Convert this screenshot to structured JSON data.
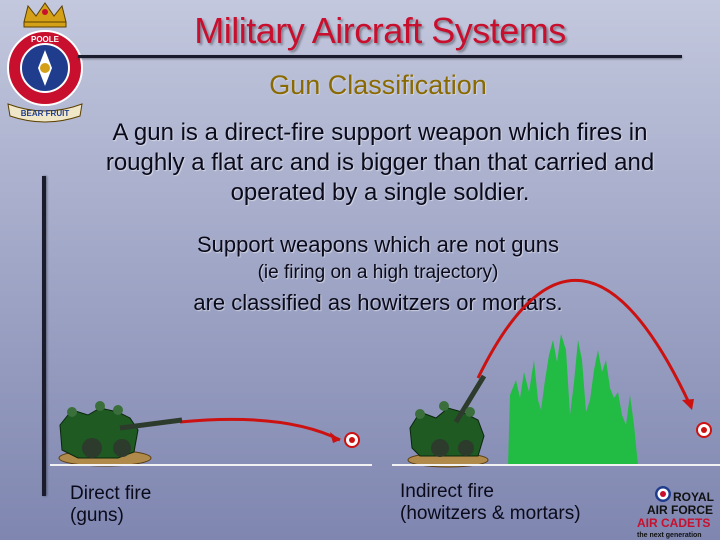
{
  "title": "Military Aircraft Systems",
  "subtitle": "Gun Classification",
  "intro": "A gun is a direct-fire support weapon which fires in roughly a flat arc and is bigger than that carried and operated by a single soldier.",
  "support": {
    "line1": "Support weapons which are not guns",
    "line2": "(ie firing on a high trajectory)",
    "line3": "are classified as howitzers or mortars."
  },
  "captions": {
    "direct_line1": "Direct fire",
    "direct_line2": "(guns)",
    "indirect_line1": "Indirect fire",
    "indirect_line2": "(howitzers & mortars)"
  },
  "crest": {
    "ring_top_text": "POOLE",
    "ring_bottom_text": "BEAR FRUIT"
  },
  "logo": {
    "line1": "ROYAL",
    "line2": "AIR FORCE",
    "line3": "AIR CADETS",
    "line4": "the next generation"
  },
  "colors": {
    "title": "#c8102e",
    "subtitle": "#8a6a00",
    "trajectory": "#cc1111",
    "hill": "#22bb44",
    "crew": "#1f5a22"
  },
  "icons": [
    "crest-icon",
    "gun-crew-icon",
    "howitzer-crew-icon",
    "target-icon",
    "hill-icon",
    "roundel-icon"
  ]
}
